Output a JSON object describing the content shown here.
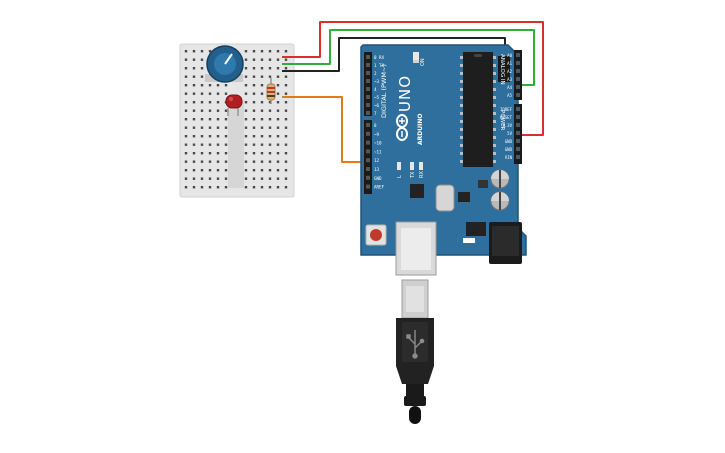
{
  "board": {
    "logo_brand": "ARDUINO",
    "model": "UNO",
    "digital_header_label": "DIGITAL (PWM~)",
    "analog_header_label": "ANALOG IN",
    "power_header_label": "POWER",
    "on_led_label": "ON",
    "l_led_label": "L",
    "tx_led_label": "TX",
    "rx_led_label": "RX",
    "digital_pins": [
      "0 RX",
      "1 TX",
      "2",
      "~3",
      "4",
      "~5",
      "~6",
      "7",
      "8",
      "~9",
      "~10",
      "~11",
      "12",
      "13",
      "GND",
      "AREF"
    ],
    "analog_pins": [
      "A0",
      "A1",
      "A2",
      "A3",
      "A4",
      "A5"
    ],
    "power_pins": [
      "IOREF",
      "RESET",
      "3.3V",
      "5V",
      "GND",
      "GND",
      "VIN"
    ]
  },
  "components": {
    "breadboard": "breadboard-mini",
    "potentiometer": "potentiometer",
    "led": "led-red",
    "resistor": "resistor",
    "usb_cable": "usb-cable"
  },
  "colors": {
    "board_blue": "#2e6f9e",
    "board_edge": "#1f5478",
    "breadboard": "#e6e6e6",
    "wire_red": "#d9302c",
    "wire_green": "#2fae3a",
    "wire_black": "#222222",
    "wire_orange": "#e07b16",
    "led_red": "#b01e22",
    "pot_body": "#235f8c"
  }
}
